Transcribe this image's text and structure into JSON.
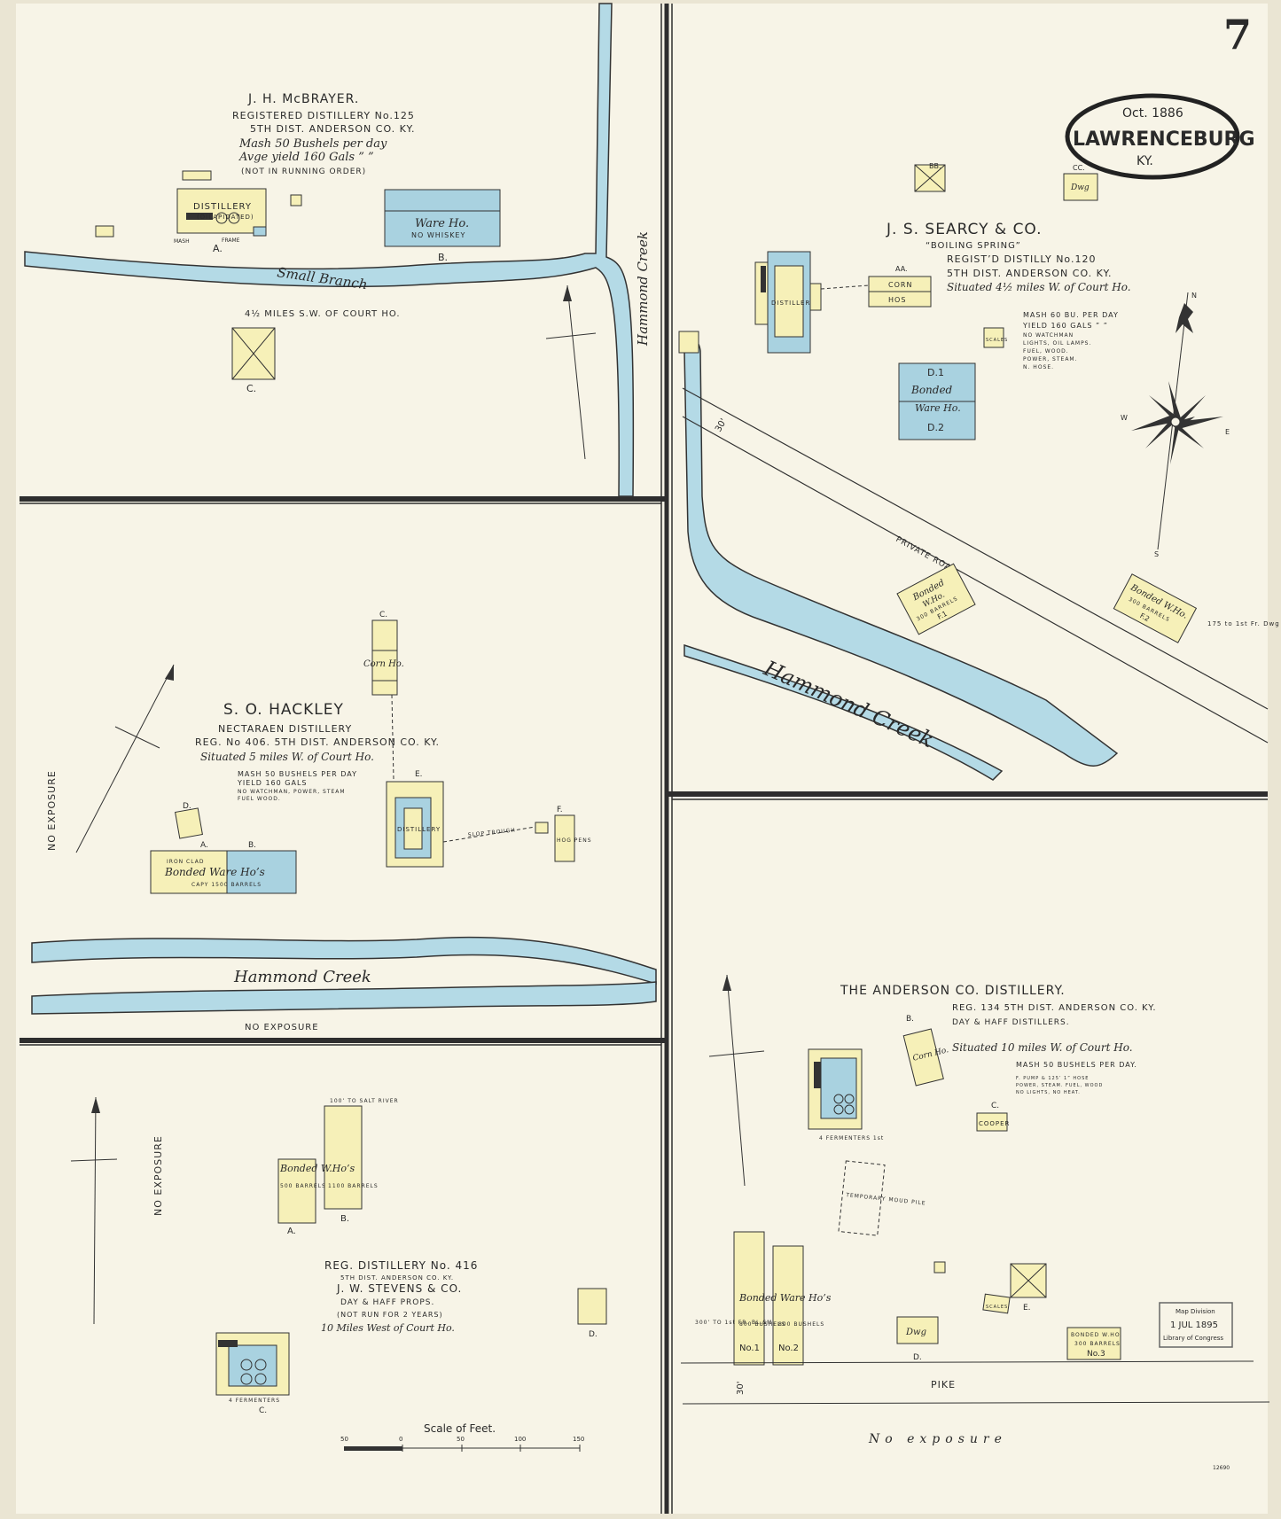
{
  "sheet": {
    "page_number": "7",
    "stamp_date": "Oct. 1886",
    "stamp_town": "LAWRENCEBURG",
    "stamp_state": "KY.",
    "library_stamp": [
      "Map Division",
      "1 JUL 1895",
      "Library of Congress"
    ],
    "corner_note": "12690",
    "colors": {
      "paper": "#f6f3e6",
      "frame": "#eae5d3",
      "yellow": "#f6f0b8",
      "blue": "#a9d2e0",
      "water": "#b4dae6",
      "ink": "#2a2a2a"
    }
  },
  "mcbrayer": {
    "title": "J. H. McBRAYER.",
    "l1": "REGISTERED DISTILLERY No.125",
    "l2": "5TH DIST. ANDERSON CO. KY.",
    "l3": "Mash 50 Bushels per day",
    "l4": "Avge yield 160 Gals ” ”",
    "l5": "(NOT IN RUNNING ORDER)",
    "distillery_label": "DISTILLERY",
    "dilap": "(DILAPIDATED)",
    "ware_label": "Ware Ho.",
    "no_whiskey": "NO WHISKEY",
    "a": "A.",
    "b": "B.",
    "c": "C.",
    "frame": "FRAME",
    "mash": "MASH",
    "branch": "Small Branch",
    "distance": "4½ MILES S.W. OF COURT HO.",
    "creek": "Hammond Creek"
  },
  "searcy": {
    "title": "J. S. SEARCY & CO.",
    "l1": "“BOILING SPRING”",
    "l2": "REGIST’D DISTILLY No.120",
    "l3": "5TH DIST. ANDERSON CO. KY.",
    "l4": "Situated 4½ miles W. of Court Ho.",
    "notes": [
      "MASH 60 BU. PER DAY",
      "YIELD 160 GALS ” ”",
      "NO WATCHMAN",
      "LIGHTS, OIL LAMPS.",
      "FUEL, WOOD.",
      "POWER, STEAM.",
      "N. HOSE."
    ],
    "distillery": "DISTILLERY",
    "corn": "CORN",
    "hos": "HOS",
    "aa": "AA.",
    "bb": "BB.",
    "cc": "CC.",
    "dwg": "Dwg",
    "d1": "D.1",
    "bonded": "Bonded",
    "ware": "Ware Ho.",
    "d2": "D.2",
    "f1_a": "Bonded",
    "f1_b": "W.Ho.",
    "f1_c": "300 BARRELS",
    "f1_d": "F.1",
    "f2_a": "Bonded W.Ho.",
    "f2_b": "300 BARRELS",
    "f2_c": "F.2",
    "private_road": "PRIVATE ROAD",
    "creek": "Hammond Creek",
    "scales": "SCALES",
    "distance_note": "175 to 1st Fr. Dwg",
    "thirty": "30'",
    "compass": {
      "n": "N",
      "s": "S",
      "e": "E",
      "w": "W"
    }
  },
  "hackley": {
    "title": "S. O. HACKLEY",
    "l1": "NECTARAEN DISTILLERY",
    "l2": "REG. No 406. 5TH DIST. ANDERSON CO. KY.",
    "l3": "Situated 5 miles W. of Court Ho.",
    "notes": [
      "MASH 50 BUSHELS PER DAY",
      "YIELD 160 GALS",
      "NO WATCHMAN, POWER, STEAM",
      "FUEL WOOD."
    ],
    "corn": "Corn Ho.",
    "c": "C.",
    "d": "D.",
    "e": "E.",
    "f": "F.",
    "a": "A.",
    "b": "B.",
    "bonded": "Bonded Ware Ho’s",
    "iron_clad": "IRON CLAD",
    "capy": "CAPY 1500 BARRELS",
    "distillery": "DISTILLERY",
    "slop": "SLOP TROUGH",
    "hog": "HOG PENS",
    "creek": "Hammond Creek",
    "exposure_side": "NO EXPOSURE",
    "exposure_bottom": "NO EXPOSURE"
  },
  "stevens": {
    "l1": "REG. DISTILLERY No. 416",
    "l2": "5TH DIST. ANDERSON CO. KY.",
    "l3": "J. W. STEVENS & CO.",
    "l4": "DAY & HAFF PROPS.",
    "l5": "(NOT RUN FOR 2 YEARS)",
    "l6": "10 Miles West of Court Ho.",
    "bonded": "Bonded W.Ho’s",
    "a_cap": "500 BARRELS",
    "b_cap": "1100 BARRELS",
    "a": "A.",
    "b": "B.",
    "c": "C.",
    "d": "D.",
    "note_top": "100’ TO SALT RIVER",
    "fermenters": "4 FERMENTERS",
    "exposure": "NO EXPOSURE",
    "scale_title": "Scale of Feet.",
    "scale_ticks": [
      "50",
      "0",
      "50",
      "100",
      "150"
    ]
  },
  "anderson": {
    "title": "THE ANDERSON CO. DISTILLERY.",
    "l1": "REG. 134  5TH DIST. ANDERSON CO. KY.",
    "l2": "DAY & HAFF DISTILLERS.",
    "l3": "Situated 10 miles W. of Court Ho.",
    "l4": "MASH 50 BUSHELS PER DAY.",
    "notes": [
      "F. PUMP & 125’ 1” HOSE",
      "POWER, STEAM. FUEL, WOOD",
      "NO LIGHTS, NO HEAT."
    ],
    "b": "B.",
    "corn": "Corn Ho.",
    "c": "C.",
    "cooper": "COOPER",
    "temp": "TEMPORARY MOUD PILE",
    "fermenters": "4 FERMENTERS 1st",
    "bonded": "Bonded Ware Ho’s",
    "no1": "No.1",
    "no2": "No.2",
    "bush1": "800 BUSHELS",
    "bush2": "800 BUSHELS",
    "dwg": "Dwg",
    "d": "D.",
    "e": "E.",
    "scales": "SCALES",
    "no3_a": "BONDED W.HO.",
    "no3_b": "300 BARRELS",
    "no3_c": "No.3",
    "pike": "PIKE",
    "thirty": "30'",
    "side_note": "300’ TO 1st FR. BL.SM.",
    "exposure": "No exposure"
  }
}
